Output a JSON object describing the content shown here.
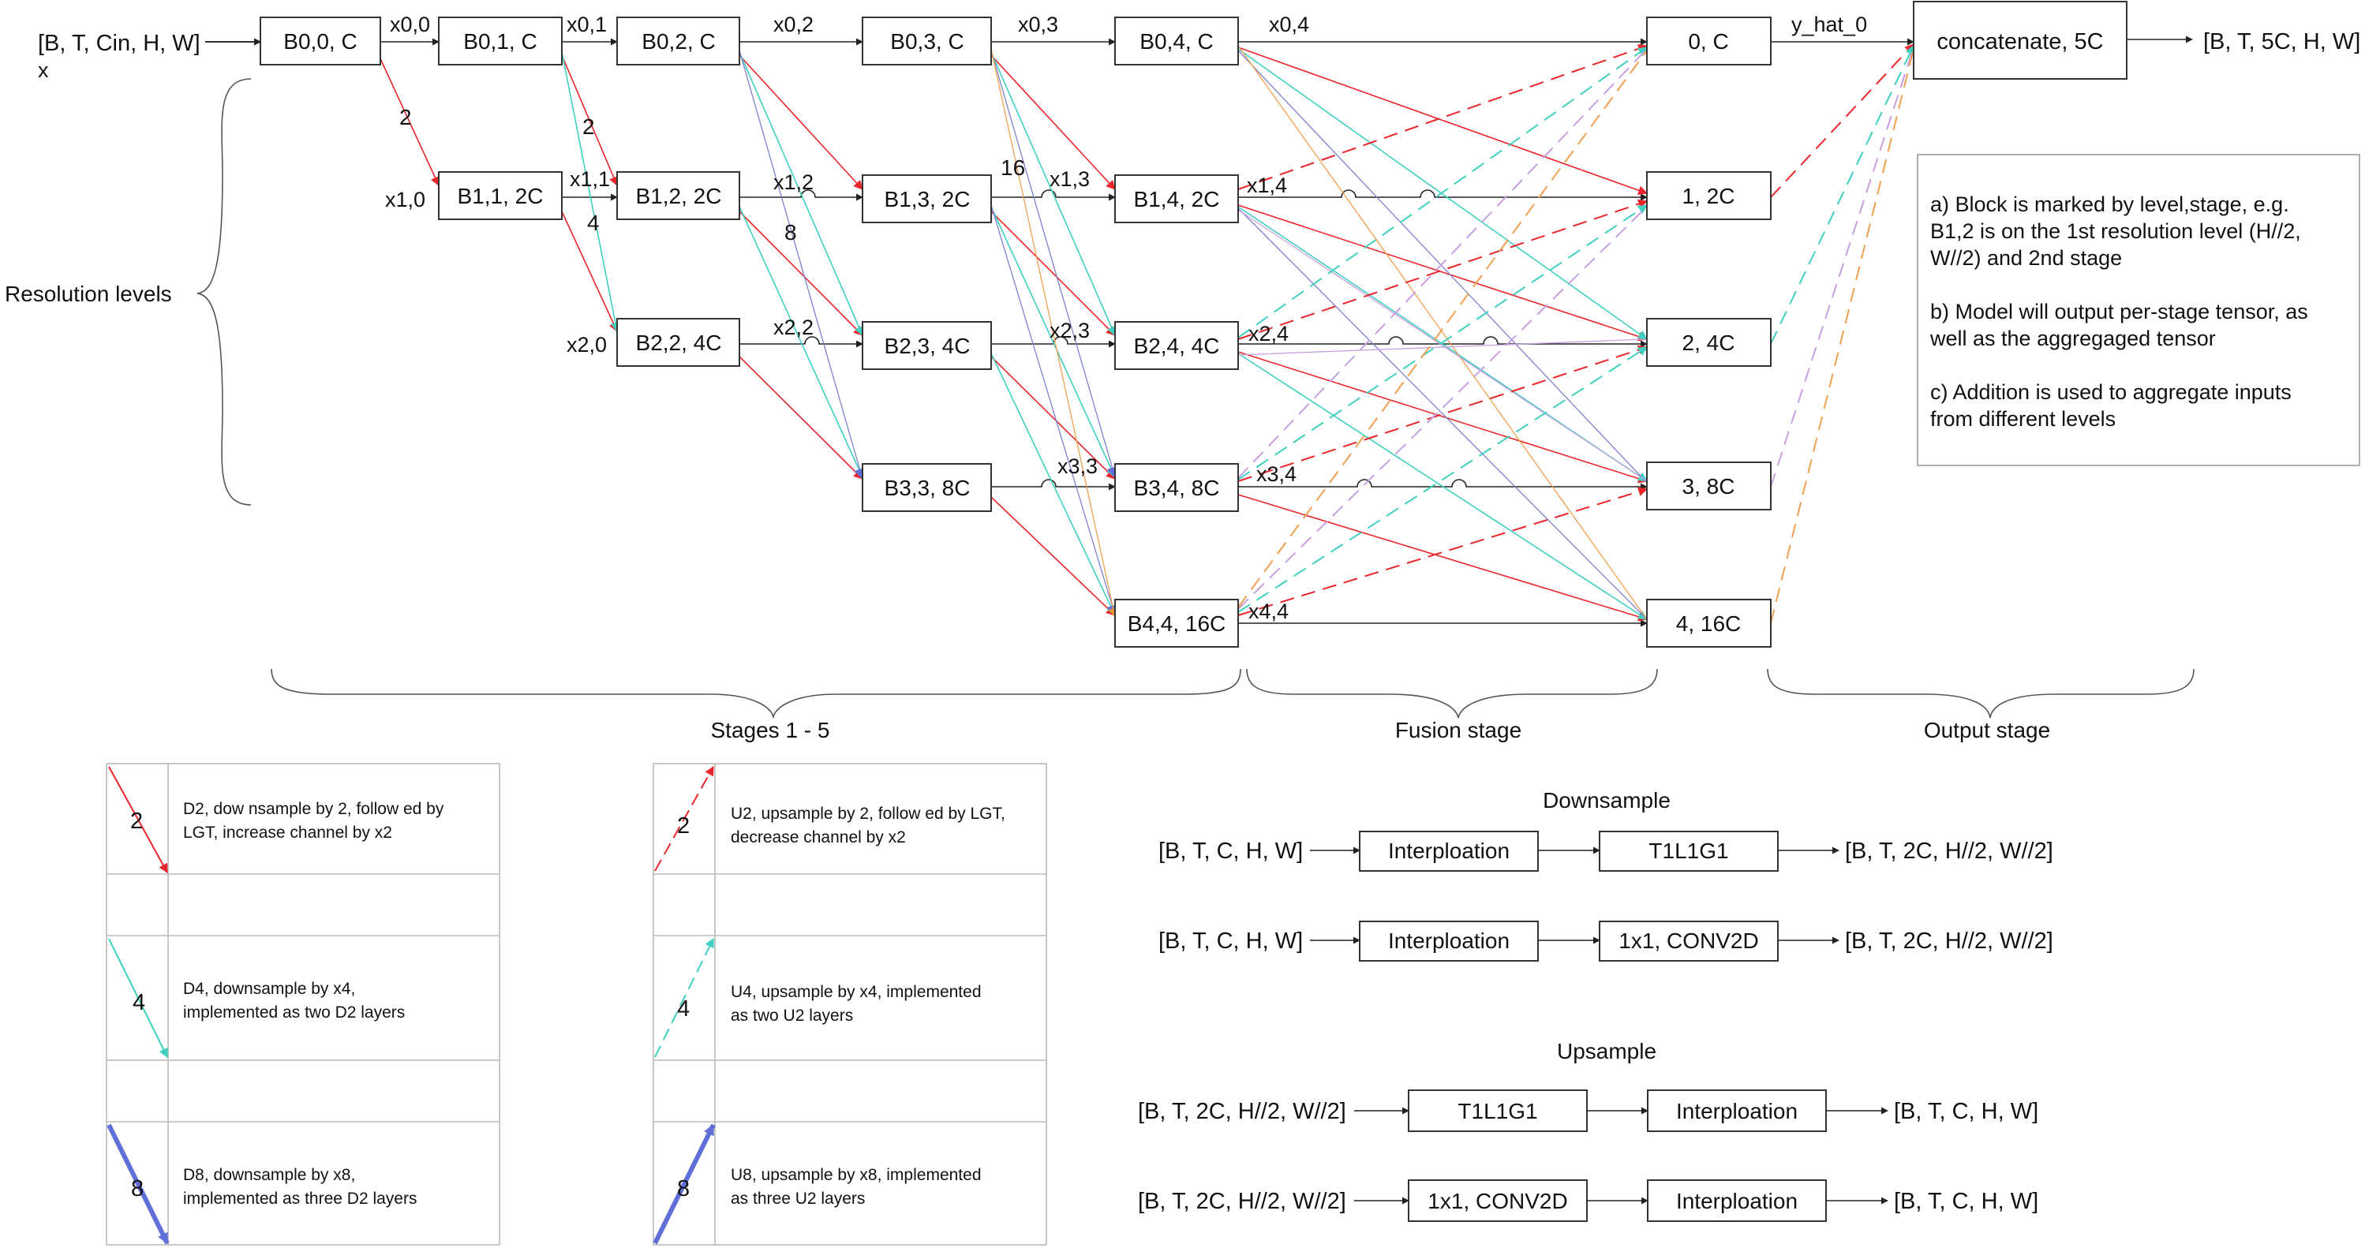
{
  "input": {
    "shape": "[B, T, Cin, H, W]",
    "name": "x"
  },
  "output_shape": "[B, T, 5C, H, W]",
  "blocks": [
    {
      "id": "B00",
      "label": "B0,0, C"
    },
    {
      "id": "B01",
      "label": "B0,1, C"
    },
    {
      "id": "B02",
      "label": "B0,2, C"
    },
    {
      "id": "B03",
      "label": "B0,3, C"
    },
    {
      "id": "B04",
      "label": "B0,4, C"
    },
    {
      "id": "B11",
      "label": "B1,1, 2C"
    },
    {
      "id": "B12",
      "label": "B1,2, 2C"
    },
    {
      "id": "B13",
      "label": "B1,3, 2C"
    },
    {
      "id": "B14",
      "label": "B1,4, 2C"
    },
    {
      "id": "B22",
      "label": "B2,2, 4C"
    },
    {
      "id": "B23",
      "label": "B2,3, 4C"
    },
    {
      "id": "B24",
      "label": "B2,4, 4C"
    },
    {
      "id": "B33",
      "label": "B3,3, 8C"
    },
    {
      "id": "B34",
      "label": "B3,4, 8C"
    },
    {
      "id": "B44",
      "label": "B4,4, 16C"
    },
    {
      "id": "F0",
      "label": "0, C"
    },
    {
      "id": "F1",
      "label": "1, 2C"
    },
    {
      "id": "F2",
      "label": "2, 4C"
    },
    {
      "id": "F3",
      "label": "3, 8C"
    },
    {
      "id": "F4",
      "label": "4, 16C"
    },
    {
      "id": "CAT",
      "label": "concatenate, 5C"
    }
  ],
  "tensor_labels": [
    "x0,0",
    "x0,1",
    "x0,2",
    "x0,3",
    "x0,4",
    "x1,0",
    "x1,1",
    "x1,2",
    "x1,3",
    "x1,4",
    "x2,0",
    "x2,2",
    "x2,3",
    "x2,4",
    "x3,3",
    "x3,4",
    "x4,4",
    "y_hat_0"
  ],
  "edge_numbers": [
    "2",
    "2",
    "4",
    "8",
    "16"
  ],
  "labels": {
    "resolution_levels": "Resolution levels",
    "stages": "Stages 1 - 5",
    "fusion": "Fusion stage",
    "output": "Output stage"
  },
  "notes": [
    "a) Block is marked by level,stage, e.g.",
    "B1,2 is on the 1st resolution level (H//2,",
    "W//2) and 2nd stage",
    "b) Model will output per-stage tensor, as",
    "well as the aggregaged tensor",
    "c) Addition is used to aggregate inputs",
    "from different levels"
  ],
  "legend_down": [
    {
      "num": "2",
      "text": [
        "D2, dow nsample by 2, follow ed by",
        "LGT, increase channel by x2"
      ]
    },
    {
      "num": "4",
      "text": [
        "D4, downsample by x4,",
        "implemented as two D2 layers"
      ]
    },
    {
      "num": "8",
      "text": [
        "D8, downsample by x8,",
        "implemented as three D2 layers"
      ]
    }
  ],
  "legend_up": [
    {
      "num": "2",
      "text": [
        "U2, upsample by 2, follow ed by LGT,",
        "decrease channel by x2"
      ]
    },
    {
      "num": "4",
      "text": [
        "U4, upsample by x4, implemented",
        "as two U2 layers"
      ]
    },
    {
      "num": "8",
      "text": [
        "U8, upsample by x8, implemented",
        "as three U2 layers"
      ]
    }
  ],
  "downsample": {
    "title": "Downsample",
    "rows": [
      {
        "in": "[B, T, C, H, W]",
        "op1": "Interploation",
        "op2": "T1L1G1",
        "out": "[B, T, 2C, H//2, W//2]"
      },
      {
        "in": "[B, T, C, H, W]",
        "op1": "Interploation",
        "op2": "1x1, CONV2D",
        "out": "[B, T, 2C, H//2, W//2]"
      }
    ]
  },
  "upsample": {
    "title": "Upsample",
    "rows": [
      {
        "in": "[B, T, 2C, H//2, W//2]",
        "op1": "T1L1G1",
        "op2": "Interploation",
        "out": "[B, T, C, H, W]"
      },
      {
        "in": "[B, T, 2C, H//2, W//2]",
        "op1": "1x1, CONV2D",
        "op2": "Interploation",
        "out": "[B, T, C, H, W]"
      }
    ]
  },
  "colors": {
    "d2": "#e8262b",
    "d4": "#40d0c0",
    "d8": "#6070d8",
    "aux1": "#f0a050",
    "aux2": "#c8a0e0",
    "aux3": "#8080d0",
    "black": "#222222"
  }
}
